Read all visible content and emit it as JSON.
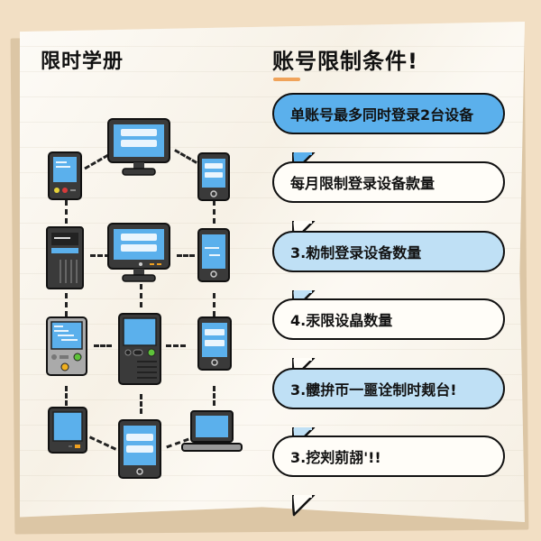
{
  "left_panel": {
    "title": "限时学册",
    "devices": [
      {
        "type": "monitor",
        "row": 0,
        "col": 1
      },
      {
        "type": "pda",
        "row": 0,
        "col": 0
      },
      {
        "type": "phone",
        "row": 0,
        "col": 2
      },
      {
        "type": "tower-pc",
        "row": 1,
        "col": 0
      },
      {
        "type": "monitor",
        "row": 1,
        "col": 1
      },
      {
        "type": "phone",
        "row": 1,
        "col": 2
      },
      {
        "type": "handheld-terminal",
        "row": 2,
        "col": 0
      },
      {
        "type": "server-terminal",
        "row": 2,
        "col": 1
      },
      {
        "type": "phone",
        "row": 2,
        "col": 2
      },
      {
        "type": "tablet",
        "row": 3,
        "col": 0
      },
      {
        "type": "tablet",
        "row": 3,
        "col": 1
      },
      {
        "type": "laptop",
        "row": 3,
        "col": 2
      }
    ]
  },
  "right_panel": {
    "title": "账号限制条件!",
    "accent_color": "#f0a35a",
    "bubbles": [
      {
        "text": "单账号最多同时登录2台设备",
        "style": "blue"
      },
      {
        "text": "每月限制登录设备款量",
        "style": "white"
      },
      {
        "text": "3.勑制登录设备数量",
        "style": "lightblue"
      },
      {
        "text": "4.汞限设皛数量",
        "style": "white"
      },
      {
        "text": "3.髏拚帀一噩诠制时觌台!",
        "style": "lightblue"
      },
      {
        "text": "3.挖刾莂翓'!!",
        "style": "white"
      }
    ]
  },
  "colors": {
    "background": "#f2dfc4",
    "paper": "#fbf7ee",
    "bubble_blue": "#5bb0ec",
    "bubble_lightblue": "#bfe0f5",
    "screen_blue": "#5bb0ec",
    "device_dark": "#3a3a3a"
  }
}
